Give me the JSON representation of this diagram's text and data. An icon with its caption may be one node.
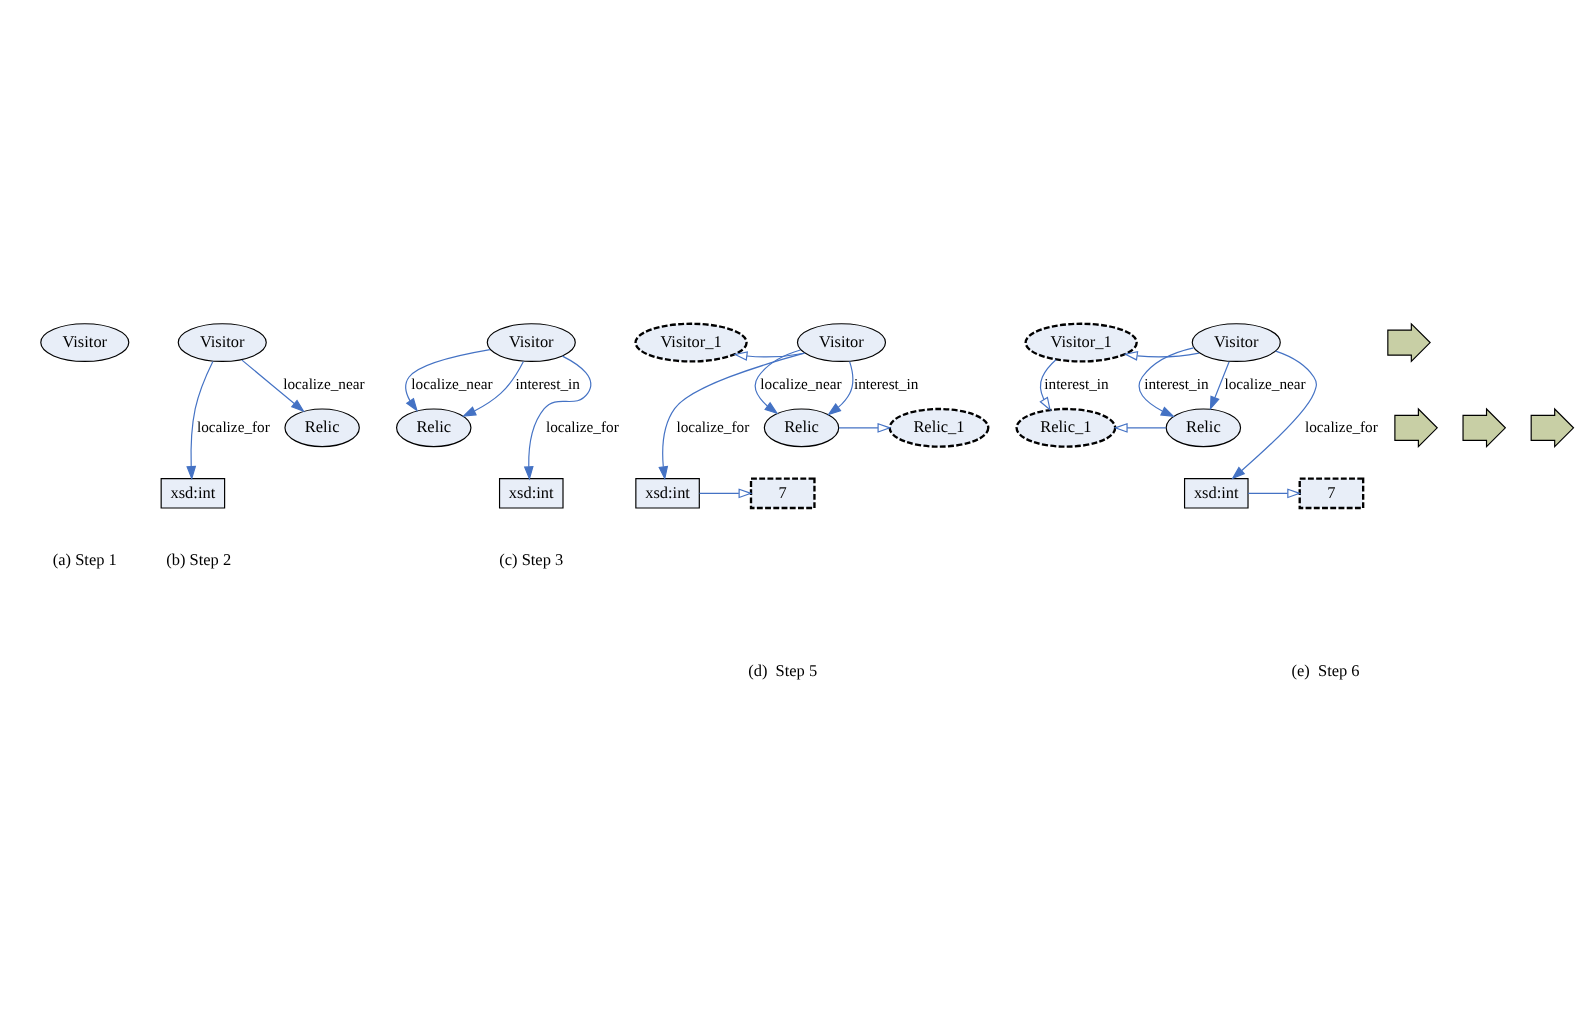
{
  "diagram": {
    "nodes": [
      {
        "text": [
          "Visitor"
        ]
      },
      {
        "text": [],
        "shape": "arrow"
      },
      {
        "text": [
          "Visitor"
        ]
      },
      {
        "text": [
          "Relic"
        ]
      },
      {
        "text": [
          "xsd:int"
        ]
      },
      {
        "text": [],
        "shape": "arrow"
      },
      {
        "text": [
          "Visitor"
        ]
      },
      {
        "text": [
          "Relic"
        ]
      },
      {
        "text": [
          "xsd:int"
        ]
      },
      {
        "text": [],
        "shape": "arrow"
      },
      {
        "text": [
          "Visitor_1"
        ]
      },
      {
        "text": [
          "Visitor"
        ]
      },
      {
        "text": [
          "Relic"
        ]
      },
      {
        "text": [
          "Relic_1"
        ]
      },
      {
        "text": [
          "xsd:int"
        ]
      },
      {
        "text": [
          "7"
        ]
      },
      {
        "text": [],
        "shape": "arrow"
      },
      {
        "text": [
          "Visitor_1"
        ]
      },
      {
        "text": [
          "Visitor"
        ]
      },
      {
        "text": [
          "Relic"
        ]
      },
      {
        "text": [
          "Relic_1"
        ]
      },
      {
        "text": [
          "xsd:int"
        ]
      },
      {
        "text": [
          "7"
        ]
      }
    ],
    "edges": [
      {
        "from": 2,
        "to": 3,
        "arrow": "to",
        "label": "localize_near"
      },
      {
        "from": 2,
        "to": 4,
        "arrow": "to",
        "label": "localize_for"
      },
      {
        "from": 6,
        "to": 7,
        "arrow": "to",
        "label": "interest_in"
      },
      {
        "from": 6,
        "to": 7,
        "arrow": "to",
        "label": "localize_near"
      },
      {
        "from": 6,
        "to": 8,
        "arrow": "to",
        "label": "localize_for"
      },
      {
        "from": 11,
        "to": 10,
        "arrow": "to"
      },
      {
        "from": 11,
        "to": 12,
        "arrow": "to",
        "label": "interest_in"
      },
      {
        "from": 11,
        "to": 12,
        "arrow": "to",
        "label": "localize_near"
      },
      {
        "from": 12,
        "to": 13,
        "arrow": "to"
      },
      {
        "from": 11,
        "to": 14,
        "arrow": "to",
        "label": "localize_for"
      },
      {
        "from": 14,
        "to": 15,
        "arrow": "to"
      },
      {
        "from": 18,
        "to": 17,
        "arrow": "to"
      },
      {
        "from": 17,
        "to": 20,
        "arrow": "to",
        "label": "interest_in"
      },
      {
        "from": 18,
        "to": 19,
        "arrow": "to",
        "label": "interest_in"
      },
      {
        "from": 18,
        "to": 19,
        "arrow": "to",
        "label": "localize_near"
      },
      {
        "from": 19,
        "to": 20,
        "arrow": "to"
      },
      {
        "from": 18,
        "to": 21,
        "arrow": "to",
        "label": "localize_for"
      },
      {
        "from": 21,
        "to": 22,
        "arrow": "to"
      }
    ],
    "labels": [
      "(a) Step 1",
      "(b) Step 2",
      "(c) Step 3",
      "(d)  Step 5",
      "(e)  Step 6"
    ]
  }
}
